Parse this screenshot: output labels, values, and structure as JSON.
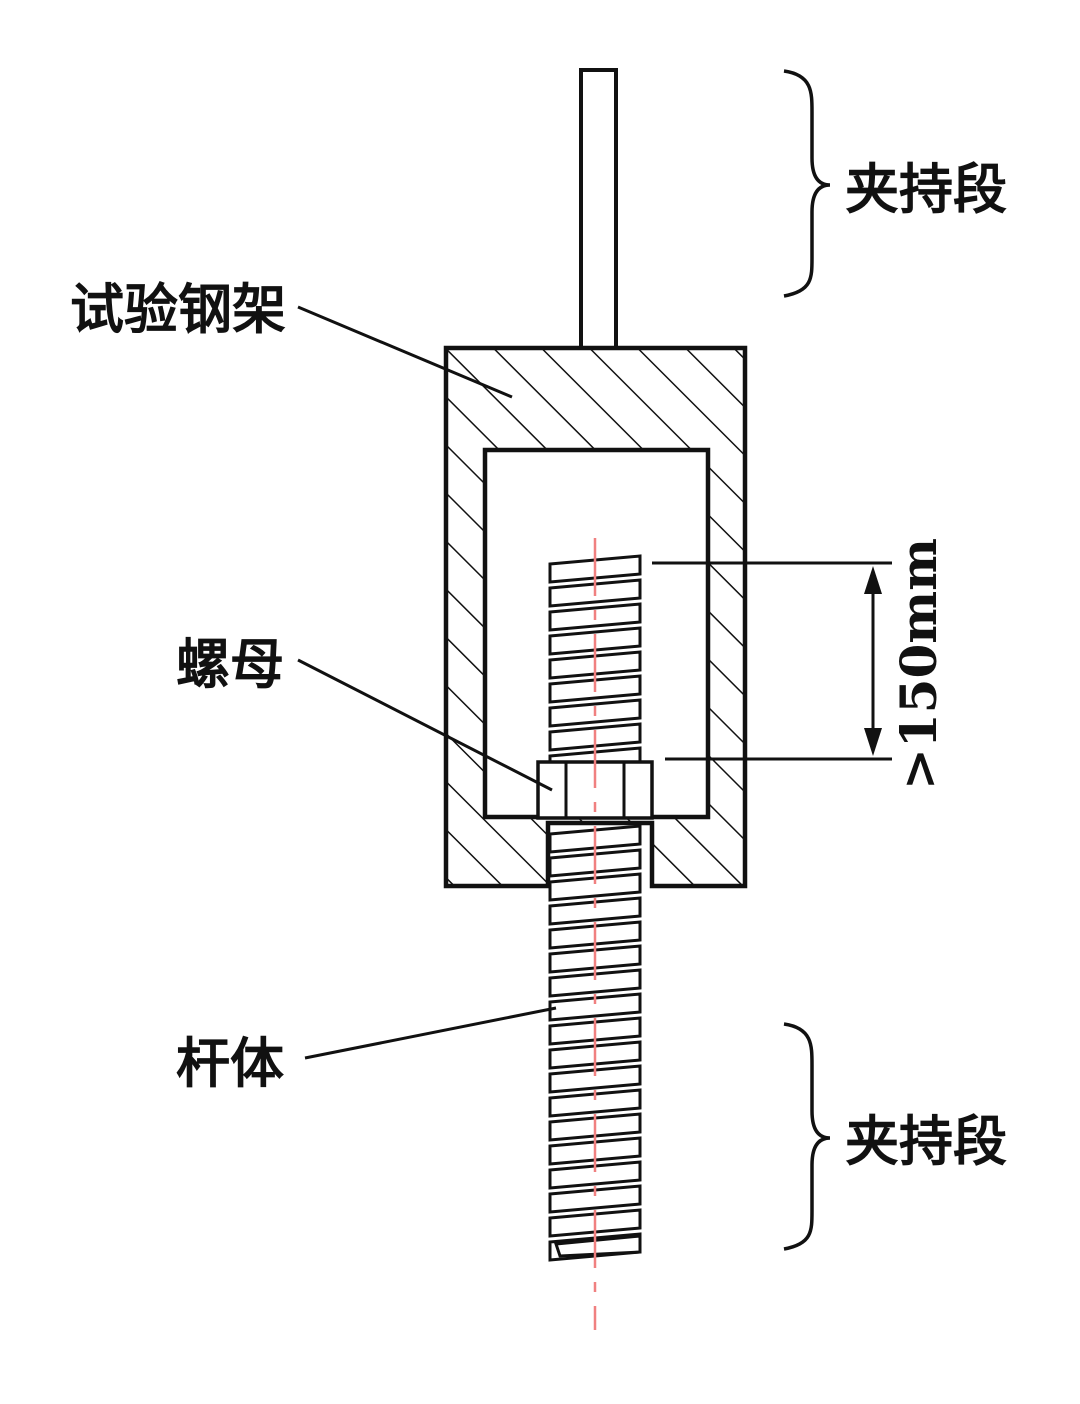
{
  "labels": {
    "clamp_top": "夹持段",
    "clamp_bottom": "夹持段",
    "steel_frame": "试验钢架",
    "nut": "螺母",
    "rod_body": "杆体",
    "dimension": ">150mm"
  },
  "colors": {
    "line": "#111111",
    "centerline": "#f08080",
    "background": "#ffffff"
  }
}
